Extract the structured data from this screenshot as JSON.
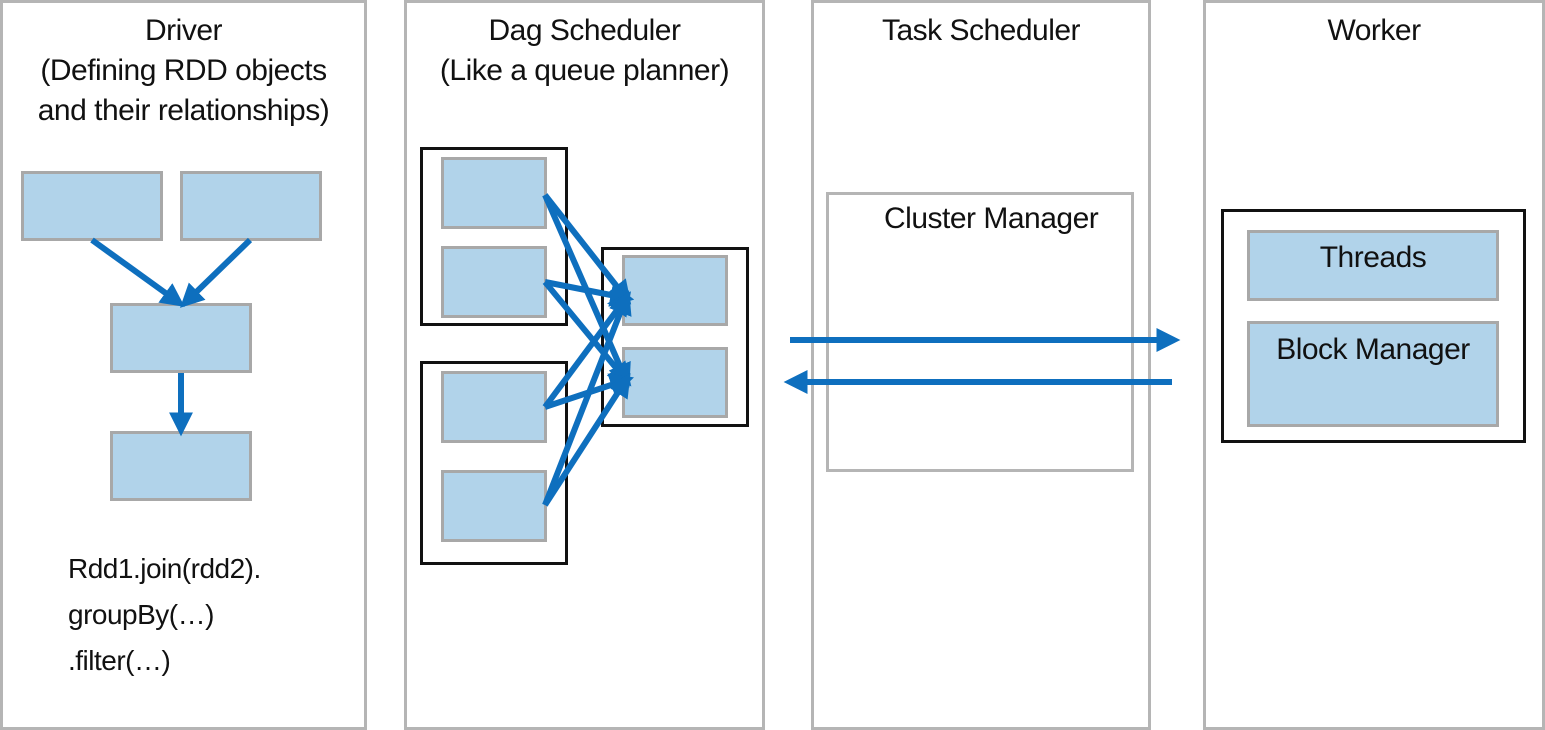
{
  "colors": {
    "arrow": "#0e6fbe",
    "box_fill": "#b1d3ea",
    "box_border": "#a8a8a8",
    "panel_border": "#b5b5b5",
    "group_border": "#111111"
  },
  "driver": {
    "title_lines": [
      "Driver",
      "(Defining RDD objects",
      "and their relationships)"
    ],
    "code_lines": [
      "Rdd1.join(rdd2).",
      "groupBy(…)",
      ".filter(…)"
    ]
  },
  "dag_scheduler": {
    "title_lines": [
      "Dag Scheduler",
      "(Like a queue planner)"
    ]
  },
  "task_scheduler": {
    "title": "Task Scheduler",
    "cluster_manager": "Cluster Manager"
  },
  "worker": {
    "title": "Worker",
    "threads": "Threads",
    "block_manager": "Block Manager"
  }
}
